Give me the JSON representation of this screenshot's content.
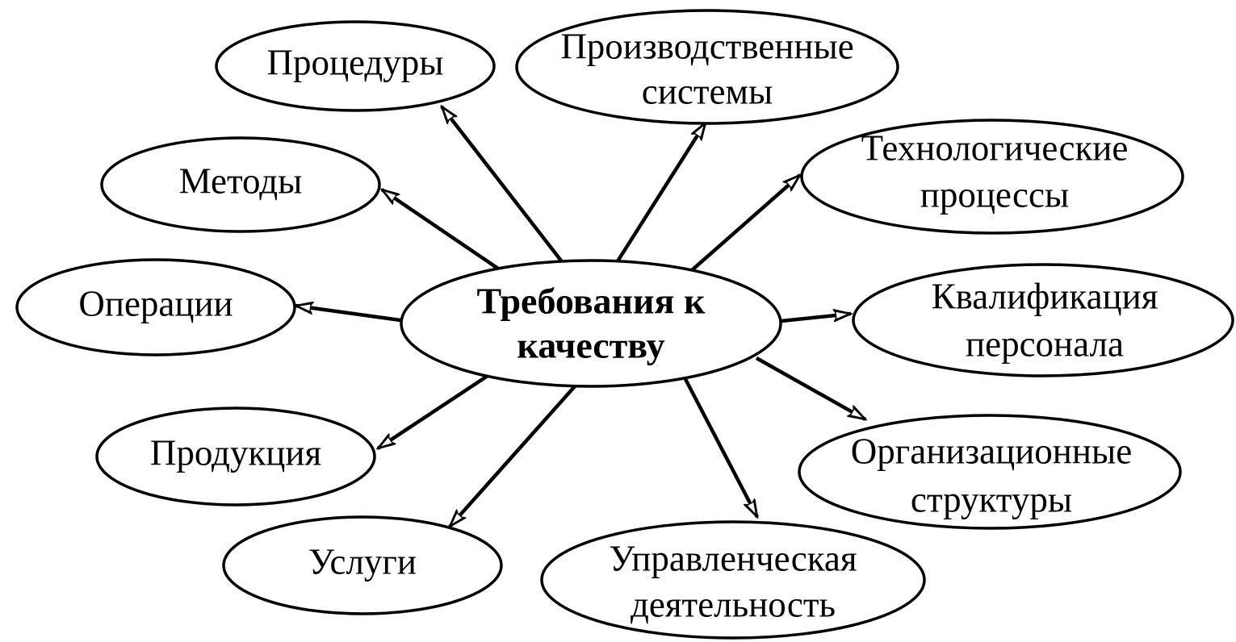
{
  "center": {
    "line1": "Требования к",
    "line2": "качеству"
  },
  "nodes": {
    "procedures": {
      "line1": "Процедуры"
    },
    "production_systems": {
      "line1": "Производственные",
      "line2": "системы"
    },
    "methods": {
      "line1": "Методы"
    },
    "tech_processes": {
      "line1": "Технологические",
      "line2": "процессы"
    },
    "operations": {
      "line1": "Операции"
    },
    "qualification": {
      "line1": "Квалификация",
      "line2": "персонала"
    },
    "products": {
      "line1": "Продукция"
    },
    "org_structures": {
      "line1": "Организационные",
      "line2": "структуры"
    },
    "services": {
      "line1": "Услуги"
    },
    "management": {
      "line1": "Управленческая",
      "line2": "деятельность"
    }
  }
}
